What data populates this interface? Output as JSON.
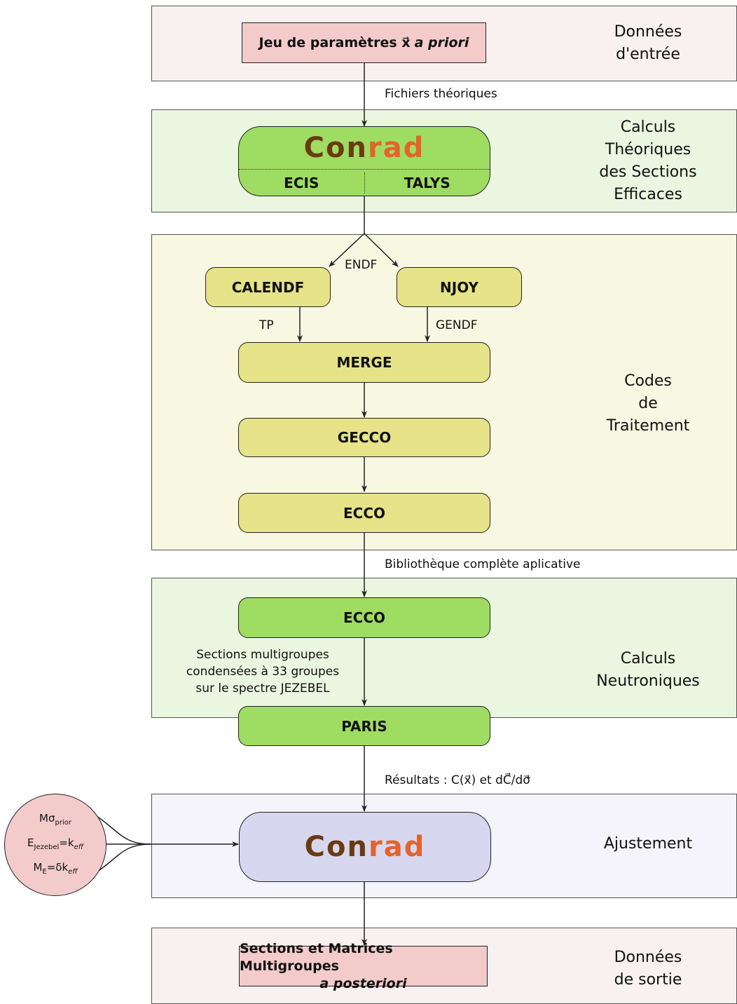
{
  "colors": {
    "band_pink": "#f9f1f1",
    "band_green": "#eaf6e0",
    "band_yellow": "#f8f7e2",
    "band_lavender": "#f4f4fa",
    "box_pink": "#f3cbcb",
    "box_green": "#9fdc62",
    "box_yellow": "#e6e388",
    "box_lavender": "#d7d7ef",
    "conrad_brown": "#6b3a10",
    "conrad_orange": "#e3632d"
  },
  "sections": {
    "input": [
      "Données",
      "d'entrée"
    ],
    "theory": [
      "Calculs",
      "Théoriques",
      "des Sections",
      "Efficaces"
    ],
    "processing": [
      "Codes",
      "de",
      "Traitement"
    ],
    "neutronics": [
      "Calculs",
      "Neutroniques"
    ],
    "fit": [
      "Ajustement"
    ],
    "output": [
      "Données",
      "de sortie"
    ]
  },
  "boxes": {
    "params_main": "Jeu de paramètres ",
    "params_vec": "x⃗",
    "params_italic": "a priori",
    "conrad_a": "Con",
    "conrad_b": "rad",
    "ecis": "ECIS",
    "talys": "TALYS",
    "calendf": "CALENDF",
    "njoy": "NJOY",
    "merge": "MERGE",
    "gecco": "GECCO",
    "ecco1": "ECCO",
    "ecco2": "ECCO",
    "paris": "PARIS",
    "output_line1": "Sections et Matrices Multigroupes",
    "output_line2": "a posteriori"
  },
  "edges": {
    "fichiers": "Fichiers théoriques",
    "endf": "ENDF",
    "tp": "TP",
    "gendf": "GENDF",
    "biblio": "Bibliothèque complète aplicative",
    "sections_multi": [
      "Sections multigroupes",
      "condensées à 33 groupes",
      "sur le spectre JEZEBEL"
    ],
    "resultats": "Résultats : C(x⃗) et dC⃗/dσ⃗"
  },
  "circle": {
    "m": "Mσ",
    "m_sub": "prior",
    "e": "E",
    "e_sub": "Jezebel",
    "e_rhs": "=k",
    "e_rhs_sub": "eff",
    "me": "M",
    "me_sub": "E",
    "me_rhs": "=δk",
    "me_rhs_sub": "eff"
  }
}
